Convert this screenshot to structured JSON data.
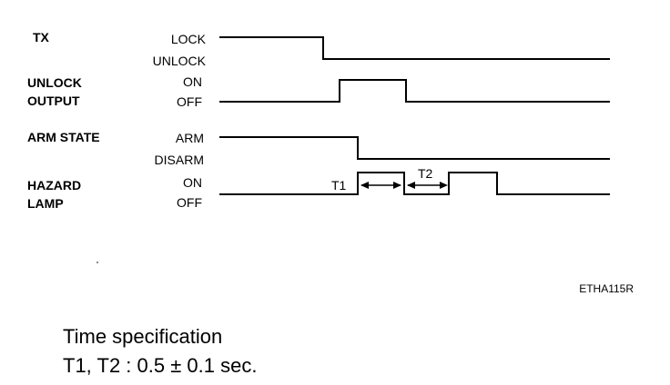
{
  "signals": [
    {
      "id": "tx",
      "name_lines": [
        "TX"
      ],
      "high_label": "LOCK",
      "low_label": "UNLOCK",
      "waveform": [
        [
          "high",
          0
        ],
        [
          "low",
          355
        ]
      ]
    },
    {
      "id": "unlock-output",
      "name_lines": [
        "UNLOCK",
        "OUTPUT"
      ],
      "high_label": "ON",
      "low_label": "OFF",
      "waveform": [
        [
          "low",
          0
        ],
        [
          "high",
          373
        ],
        [
          "low",
          446
        ]
      ]
    },
    {
      "id": "arm-state",
      "name_lines": [
        "ARM STATE"
      ],
      "high_label": "ARM",
      "low_label": "DISARM",
      "waveform": [
        [
          "high",
          0
        ],
        [
          "low",
          393
        ]
      ]
    },
    {
      "id": "hazard-lamp",
      "name_lines": [
        "HAZARD",
        "LAMP"
      ],
      "high_label": "ON",
      "low_label": "OFF",
      "waveform": [
        [
          "low",
          0
        ],
        [
          "high",
          393
        ],
        [
          "low",
          444
        ],
        [
          "high",
          493
        ],
        [
          "high",
          496
        ],
        [
          "high",
          546
        ],
        [
          "low",
          546
        ]
      ]
    }
  ],
  "intervals": [
    {
      "id": "t1",
      "label": "T1"
    },
    {
      "id": "t2",
      "label": "T2"
    }
  ],
  "figure_code": "ETHA115R",
  "spec": {
    "title": "Time specification",
    "line": "T1, T2 : 0.5 ± 0.1 sec."
  }
}
